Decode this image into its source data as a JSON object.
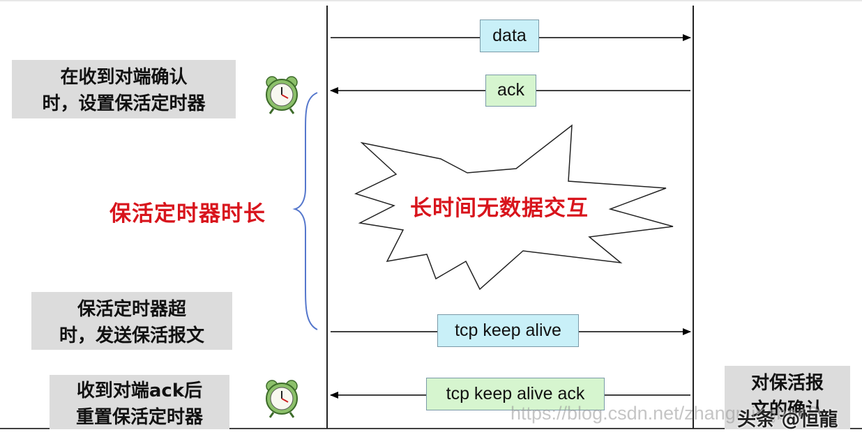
{
  "notes": {
    "on_ack": [
      "在收到对端确认",
      "时，设置保活定时器"
    ],
    "on_timeout": [
      "保活定时器超",
      "时，发送保活报文"
    ],
    "on_ack_reset": [
      "收到对端ack后",
      "重置保活定时器"
    ],
    "right_partial": [
      "对保活报",
      "文的确认"
    ]
  },
  "messages": {
    "data": "data",
    "ack": "ack",
    "keepalive": "tcp keep alive",
    "keepalive_ack": "tcp keep alive ack"
  },
  "labels": {
    "timer_duration": "保活定时器时长",
    "idle": "长时间无数据交互"
  },
  "icons": [
    "alarm-clock-icon",
    "alarm-clock-icon"
  ],
  "colors": {
    "red_text": "#d8141c",
    "brace": "#5577cc",
    "note_bg": "#dcdcdc",
    "cyan_box": "#c9f0f8",
    "green_box": "#d6f5cf"
  },
  "watermark": {
    "url": "https://blog.csdn.net/zhangmingbao2",
    "brand": "头条 @恒龍"
  }
}
